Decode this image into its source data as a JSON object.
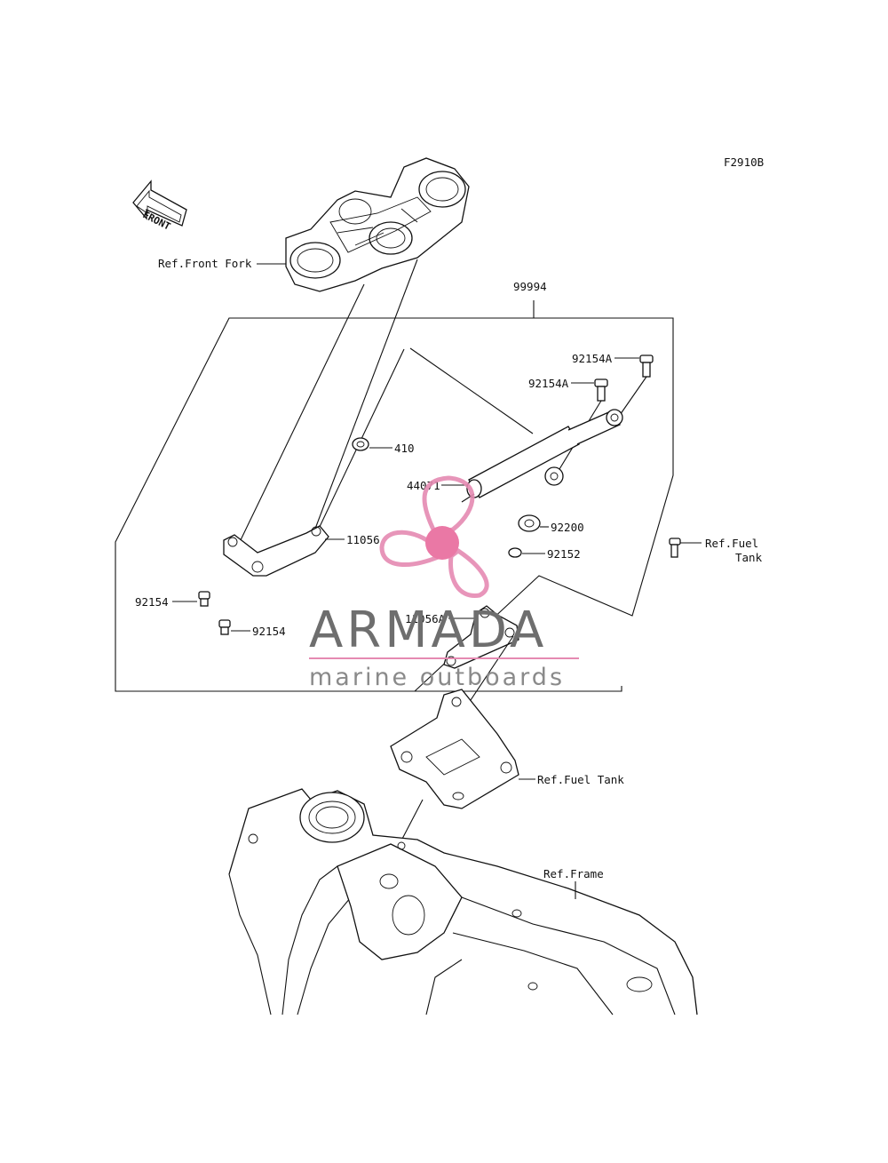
{
  "diagram": {
    "figure_code": "F2910B",
    "front_arrow_label": "FRONT",
    "labels": {
      "ref_front_fork": "Ref.Front Fork",
      "kit_99994": "99994",
      "p92154A_top": "92154A",
      "p92154A_mid": "92154A",
      "p410": "410",
      "p44071": "44071",
      "p92200": "92200",
      "p92152": "92152",
      "ref_fuel_tank_right_1": "Ref.Fuel",
      "ref_fuel_tank_right_2": "Tank",
      "p11056": "11056",
      "p92154_left": "92154",
      "p92154_low": "92154",
      "p11056A": "11056A",
      "ref_fuel_tank_lower": "Ref.Fuel Tank",
      "ref_frame": "Ref.Frame"
    }
  },
  "watermark": {
    "brand": "ARMADA",
    "tagline": "marine outboards",
    "colors": {
      "logo_pink": "#e58ab2",
      "logo_hub": "#e86a9c",
      "text_gray": "#6e6e6e"
    }
  }
}
